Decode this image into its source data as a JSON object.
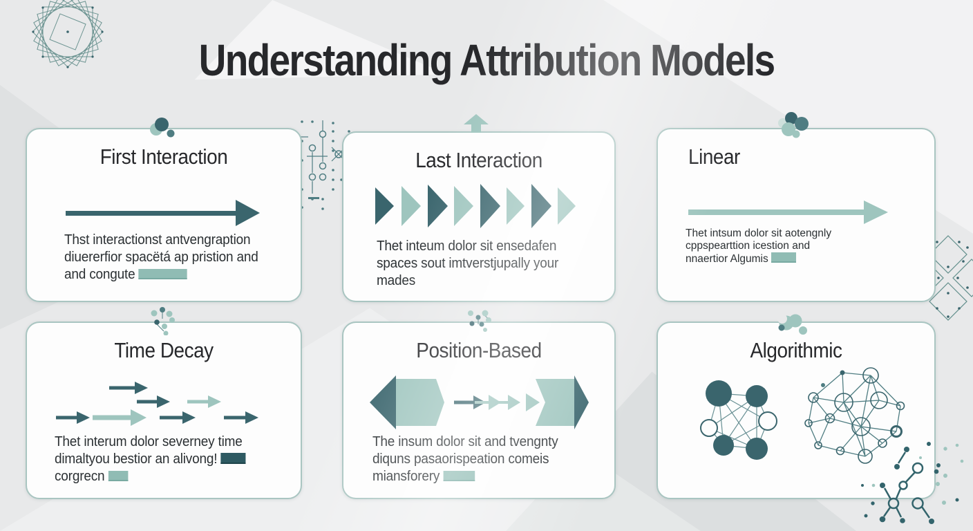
{
  "page": {
    "title": "Understanding Attribution Models"
  },
  "colors": {
    "background": "#e8e9ea",
    "card_border": "#a9c5c1",
    "accent_dark": "#3a656d",
    "accent_mid": "#4f7d82",
    "accent_light": "#9ec5be",
    "accent_faint": "#cfe0dc",
    "highlight_light": "#90bcb4",
    "highlight_dark": "#2e5a62",
    "text_title": "#27282b",
    "text_body": "#2b3033"
  },
  "cards": [
    {
      "title": "First Interaction",
      "body": "Thst interactionst antvengraption diuererfior spacëtá ap pristion and and congute",
      "icon": "right-arrow-dark-icon"
    },
    {
      "title": "Last Interaction",
      "body": "Thet inteum dolor sit ensedafen spaces sout imtverstjupally your mades",
      "icon": "chevron-triangles-icon"
    },
    {
      "title": "Linear",
      "body": "Thet intsum dolor sit aotengnly cppspearttion icestion and nnaertior Algumis",
      "icon": "right-arrow-light-icon"
    },
    {
      "title": "Time Decay",
      "body": "Thet interum dolor severney time dimaltyou bestior an alivong!",
      "body2": "corgrecn",
      "icon": "staggered-arrows-icon"
    },
    {
      "title": "Position-Based",
      "body": "The insum dolor sit and tvengnty diquns pasaorispeation comeis miansforery",
      "icon": "position-arrows-icon"
    },
    {
      "title": "Algorithmic",
      "icon": "network-graph-icon"
    }
  ],
  "decorations": [
    "spirograph-icon",
    "dot-circuit-icon",
    "up-arrow-icon",
    "bubble-cluster-icon",
    "dot-scatter-icon",
    "crescent-cluster-icon",
    "diamond-grid-icon",
    "node-chain-icon"
  ]
}
